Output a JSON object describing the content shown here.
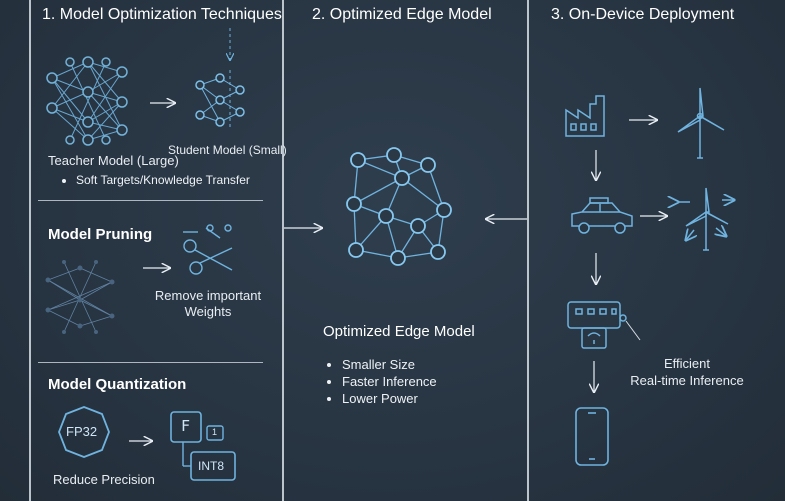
{
  "panel1": {
    "title": "1. Model Optimization Techniques",
    "teacher_label": "Teacher Model (Large)",
    "student_label": "Student Model (Small)",
    "distill_bullet": "Soft Targets/Knowledge Transfer",
    "pruning_title": "Model Pruning",
    "pruning_caption_1": "Remove important",
    "pruning_caption_2": "Weights",
    "quant_title": "Model Quantization",
    "fp32_label": "FP32",
    "f_label": "F",
    "one_label": "1",
    "int8_label": "INT8",
    "quant_caption": "Reduce Precision"
  },
  "panel2": {
    "title": "2. Optimized Edge Model",
    "model_heading": "Optimized Edge Model",
    "bullets": [
      "Smaller Size",
      "Faster Inference",
      "Lower Power"
    ]
  },
  "panel3": {
    "title": "3. On-Device Deployment",
    "caption_1": "Efficient",
    "caption_2": "Real-time Inference"
  },
  "icons": [
    "neural-network-icon",
    "scissors-icon",
    "factory-icon",
    "wind-turbine-icon",
    "car-icon",
    "embedded-device-icon",
    "smartphone-icon"
  ],
  "colors": {
    "background": "#283543",
    "accent": "#6fb3df",
    "divider": "#d6dde4"
  }
}
